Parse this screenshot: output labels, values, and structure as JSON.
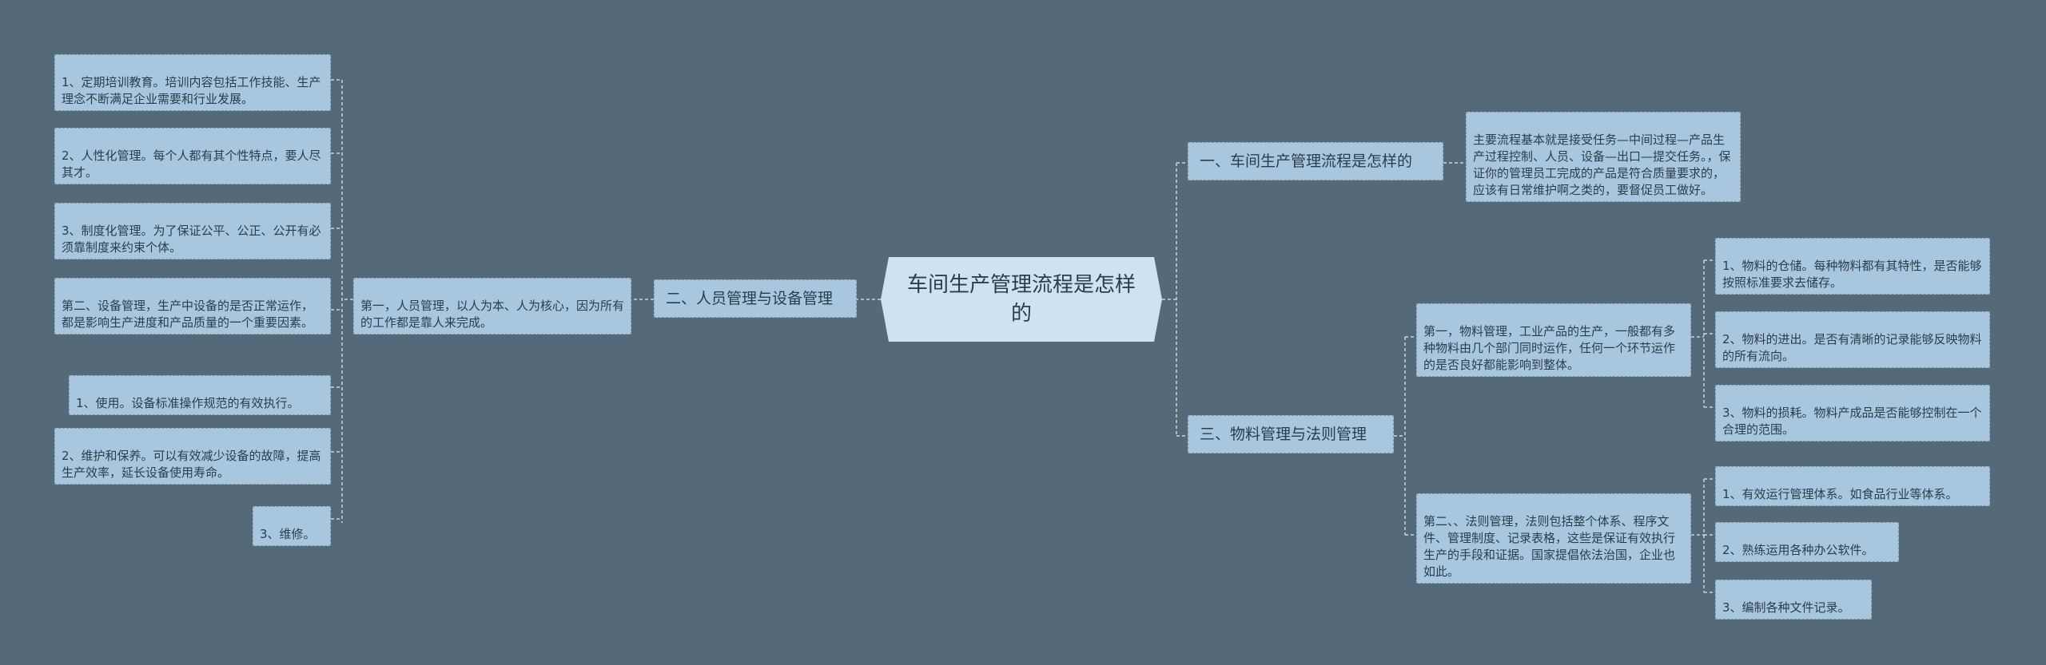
{
  "root": {
    "title": "车间生产管理流程是怎样的"
  },
  "left": {
    "branch": "二、人员管理与设备管理",
    "mid": "第一，人员管理，以人为本、人为核心，因为所有的工作都是靠人来完成。",
    "leaves": [
      "1、定期培训教育。培训内容包括工作技能、生产理念不断满足企业需要和行业发展。",
      "2、人性化管理。每个人都有其个性特点，要人尽其才。",
      "3、制度化管理。为了保证公平、公正、公开有必须靠制度来约束个体。",
      "第二、设备管理，生产中设备的是否正常运作，都是影响生产进度和产品质量的一个重要因素。",
      "1、使用。设备标准操作规范的有效执行。",
      "2、维护和保养。可以有效减少设备的故障，提高生产效率，延长设备使用寿命。",
      "3、维修。"
    ]
  },
  "right": {
    "branch1": {
      "label": "一、车间生产管理流程是怎样的",
      "leaf": "主要流程基本就是接受任务—中间过程—产品生产过程控制、人员、设备—出口—提交任务。，保证你的管理员工完成的产品是符合质量要求的，应该有日常维护啊之类的，要督促员工做好。"
    },
    "branch3": {
      "label": "三、物料管理与法则管理",
      "mid1": "第一，物料管理，工业产品的生产，一般都有多种物料由几个部门同时运作，任何一个环节运作的是否良好都能影响到整体。",
      "mid1_leaves": [
        "1、物料的仓储。每种物料都有其特性，是否能够按照标准要求去储存。",
        "2、物料的进出。是否有清晰的记录能够反映物料的所有流向。",
        "3、物料的损耗。物料产成品是否能够控制在一个合理的范围。"
      ],
      "mid2": "第二、、法则管理，法则包括整个体系、程序文件、管理制度、记录表格，这些是保证有效执行生产的手段和证据。国家提倡依法治国，企业也如此。",
      "mid2_leaves": [
        "1、有效运行管理体系。如食品行业等体系。",
        "2、熟练运用各种办公软件。",
        "3、编制各种文件记录。"
      ]
    }
  },
  "colors": {
    "background": "#546a79",
    "node": "#a8c7de",
    "root": "#cde3f2",
    "line": "#c4d6e2"
  }
}
